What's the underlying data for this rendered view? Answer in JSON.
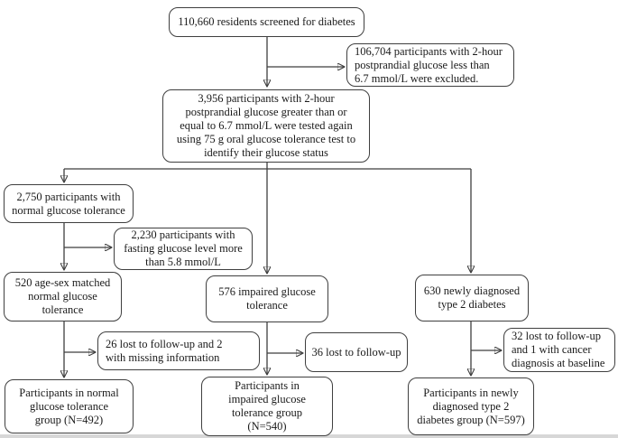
{
  "figure": {
    "background": "#ffffff",
    "border_color": "#3f3f3f",
    "text_color": "#1a1a1a",
    "boxes": {
      "screened": "110,660 residents screened for diabetes",
      "excluded_low_glucose": "106,704 participants with 2-hour\npostprandial glucose less than\n6.7 mmol/L were excluded.",
      "retested": "3,956 participants with 2-hour\npostprandial glucose greater than or\nequal to 6.7 mmol/L were tested again\nusing 75 g oral glucose tolerance test to\nidentify their glucose status",
      "ngt_2750": "2,750 participants with\nnormal glucose tolerance",
      "fasting_2230": "2,230 participants with\nfasting glucose level more\nthan 5.8 mmol/L",
      "ngt_520": "520 age-sex matched\nnormal glucose\ntolerance",
      "igt_576": "576 impaired glucose\ntolerance",
      "t2d_630": "630 newly diagnosed\ntype 2 diabetes",
      "lost_26": "26 lost to follow-up and 2\nwith missing information",
      "lost_36": "36 lost to follow-up",
      "lost_32": "32 lost to follow-up\nand 1 with cancer\ndiagnosis at baseline",
      "final_ngt": "Participants in normal\nglucose tolerance\ngroup (N=492)",
      "final_igt": "Participants in\nimpaired glucose\ntolerance group\n(N=540)",
      "final_t2d": "Participants in newly\ndiagnosed type 2\ndiabetes group (N=597)"
    },
    "edges": [
      {
        "from": "screened",
        "to": "retested"
      },
      {
        "from": "screened",
        "to": "excluded_low_glucose"
      },
      {
        "from": "retested",
        "to": "ngt_2750"
      },
      {
        "from": "retested",
        "to": "igt_576"
      },
      {
        "from": "retested",
        "to": "t2d_630"
      },
      {
        "from": "ngt_2750",
        "to": "ngt_520"
      },
      {
        "from": "ngt_2750",
        "to": "fasting_2230"
      },
      {
        "from": "ngt_520",
        "to": "final_ngt"
      },
      {
        "from": "ngt_520",
        "to": "lost_26"
      },
      {
        "from": "igt_576",
        "to": "final_igt"
      },
      {
        "from": "igt_576",
        "to": "lost_36"
      },
      {
        "from": "t2d_630",
        "to": "final_t2d"
      },
      {
        "from": "t2d_630",
        "to": "lost_32"
      }
    ]
  }
}
